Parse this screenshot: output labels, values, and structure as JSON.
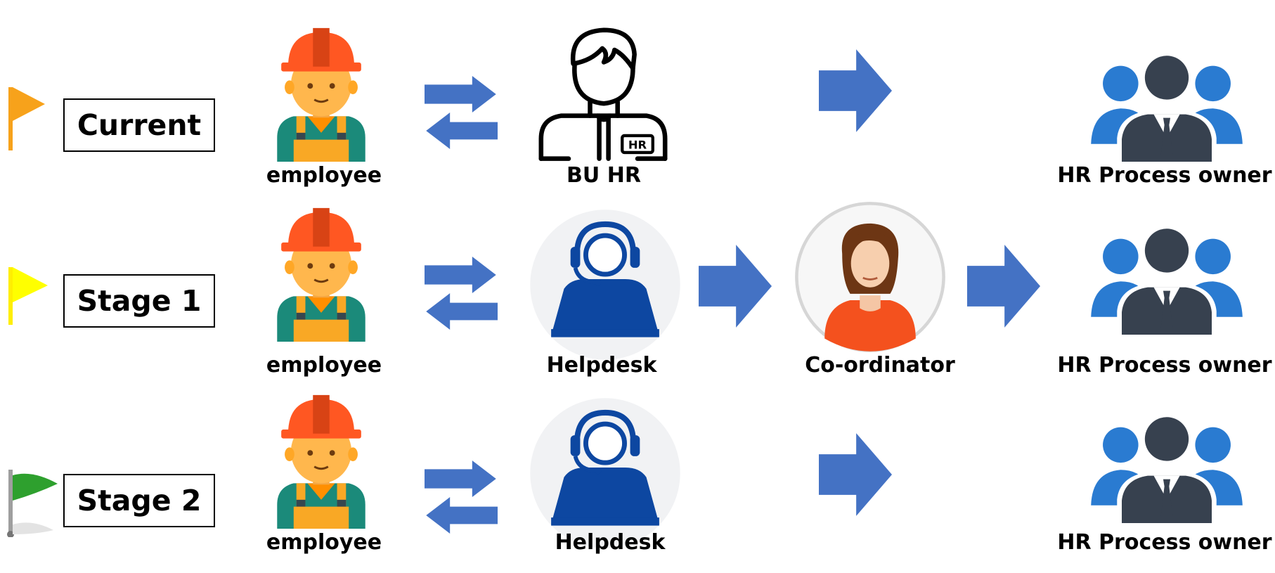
{
  "colors": {
    "arrow_blue": "#4472c4",
    "flag_orange": "#f7a21b",
    "flag_yellow": "#ffff00",
    "flag_green": "#2ea02e",
    "helmet_orange": "#ff5722",
    "skin": "#ffb74d",
    "vest_teal": "#1b8a7a",
    "vest_orange": "#f9a825",
    "helpdesk_blue": "#0d47a1",
    "coordinator_red": "#f4511e",
    "group_blue": "#2a7bd1",
    "group_dark": "#37414f"
  },
  "rows": [
    {
      "stage": "Current",
      "flag_icon": "orange-flag-icon",
      "employee_label": "employee",
      "contact_label": "BU HR",
      "contact_icon": "bu-hr-person-icon",
      "owner_label": "HR Process owner"
    },
    {
      "stage": "Stage 1",
      "flag_icon": "yellow-flag-icon",
      "employee_label": "employee",
      "contact_label": "Helpdesk",
      "contact_icon": "helpdesk-headset-icon",
      "coordinator_label": "Co-ordinator",
      "owner_label": "HR Process owner"
    },
    {
      "stage": "Stage 2",
      "flag_icon": "green-flag-icon",
      "employee_label": "employee",
      "contact_label": "Helpdesk",
      "contact_icon": "helpdesk-headset-icon",
      "owner_label": "HR Process owner"
    }
  ]
}
